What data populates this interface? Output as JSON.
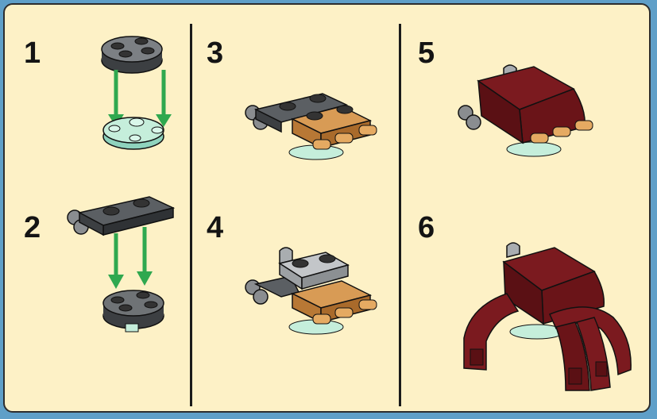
{
  "steps": [
    {
      "number": "1",
      "parts": [
        "dark-gray-round-plate",
        "trans-light-blue-round-plate"
      ],
      "arrows": 2
    },
    {
      "number": "2",
      "parts": [
        "dark-gray-plate-with-clips",
        "dark-gray-round-plate"
      ],
      "arrows": 2
    },
    {
      "number": "3",
      "parts": [
        "tan-plate-with-bars",
        "dark-gray-plate-with-clips"
      ]
    },
    {
      "number": "4",
      "parts": [
        "light-gray-plate-with-clip"
      ]
    },
    {
      "number": "5",
      "parts": [
        "dark-red-curved-slope"
      ]
    },
    {
      "number": "6",
      "parts": [
        "dark-red-arch-legs"
      ]
    }
  ],
  "colors": {
    "background": "#fdf1c6",
    "frame": "#5f9fc8",
    "arrow": "#2fa84f",
    "dark_gray": "#5b5f63",
    "light_gray": "#a9adb0",
    "tan": "#d89b55",
    "dark_red": "#7b1a1f",
    "trans_blue": "#c5eedb"
  }
}
